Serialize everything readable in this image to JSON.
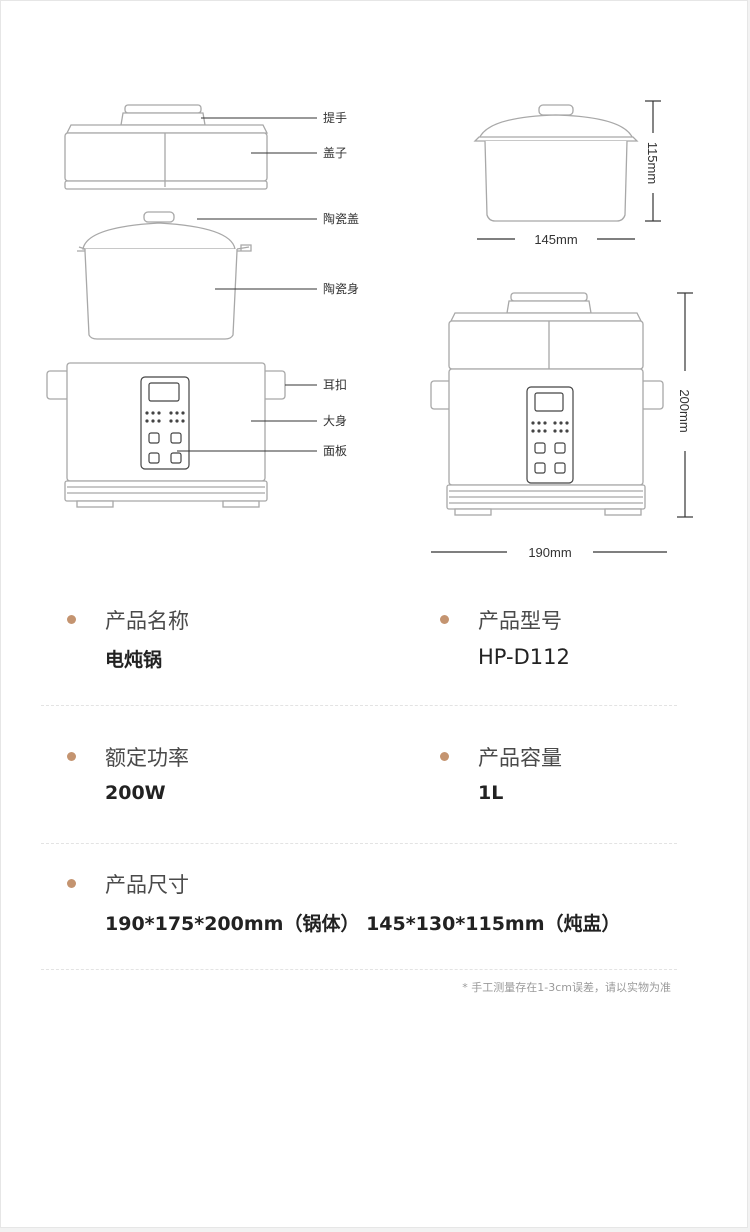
{
  "diagram": {
    "parts": {
      "handle": "提手",
      "lid": "盖子",
      "ceramic_lid": "陶瓷盖",
      "ceramic_body": "陶瓷身",
      "ear_clip": "耳扣",
      "main_body": "大身",
      "panel": "面板"
    },
    "dimensions": {
      "inner_pot_height": "115mm",
      "inner_pot_width": "145mm",
      "cooker_height": "200mm",
      "cooker_width": "190mm"
    }
  },
  "specs": {
    "name": {
      "label": "产品名称",
      "value": "电炖锅"
    },
    "model": {
      "label": "产品型号",
      "value": "HP-D112"
    },
    "power": {
      "label": "额定功率",
      "value": "200W"
    },
    "capacity": {
      "label": "产品容量",
      "value": "1L"
    },
    "size": {
      "label": "产品尺寸",
      "value": "190*175*200mm（锅体） 145*130*115mm（炖盅）"
    }
  },
  "footnote": "* 手工测量存在1-3cm误差，请以实物为准",
  "colors": {
    "accent_dot": "#c49470",
    "line": "#333333",
    "outline": "#9a9a9a"
  }
}
